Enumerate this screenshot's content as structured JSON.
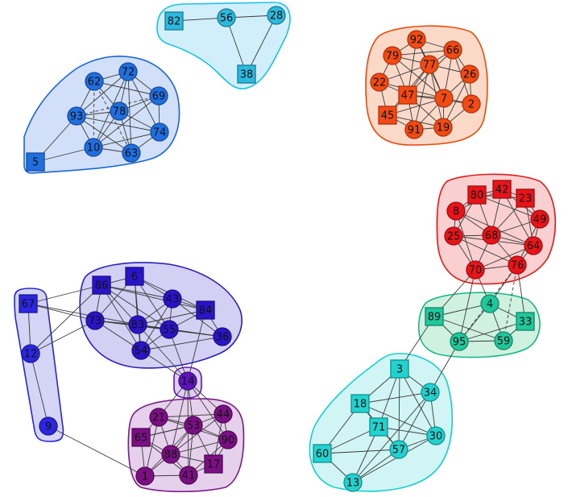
{
  "groups": [
    {
      "id": "g-topleft-blue",
      "fill": "#c9dbf7",
      "stroke": "#1a66d9",
      "node_fill": "#1f6fe0",
      "node_stroke": "#144a99"
    },
    {
      "id": "g-top-cyan",
      "fill": "#c8ecf9",
      "stroke": "#1cc3e8",
      "node_fill": "#2cb9dd",
      "node_stroke": "#147a94"
    },
    {
      "id": "g-orange",
      "fill": "#fad2c0",
      "stroke": "#e84d10",
      "node_fill": "#f24a12",
      "node_stroke": "#a8330c"
    },
    {
      "id": "g-red",
      "fill": "#f8c7c7",
      "stroke": "#e11919",
      "node_fill": "#e8141a",
      "node_stroke": "#9c0e12"
    },
    {
      "id": "g-teal",
      "fill": "#c5eedb",
      "stroke": "#18b787",
      "node_fill": "#1fc79a",
      "node_stroke": "#118467"
    },
    {
      "id": "g-cyan2",
      "fill": "#c8f3f2",
      "stroke": "#18d0d0",
      "node_fill": "#22d2cf",
      "node_stroke": "#128e8c"
    },
    {
      "id": "g-indigo",
      "fill": "#cbc8f1",
      "stroke": "#2d20b9",
      "node_fill": "#2a14c8",
      "node_stroke": "#1b0d82"
    },
    {
      "id": "g-blue-left",
      "fill": "#cccdf6",
      "stroke": "#2a26d0",
      "node_fill": "#2b26e0",
      "node_stroke": "#1a178f"
    },
    {
      "id": "g-violet",
      "fill": "#d7c7ef",
      "stroke": "#5f16b8",
      "node_fill": "#5d12bd",
      "node_stroke": "#3b0c78"
    },
    {
      "id": "g-purple",
      "fill": "#e0c9e8",
      "stroke": "#7c1a87",
      "node_fill": "#7d0f85",
      "node_stroke": "#4f0955"
    }
  ],
  "nodes": [
    {
      "id": "82",
      "label": "82",
      "group": "g-top-cyan",
      "shape": "square"
    },
    {
      "id": "56",
      "label": "56",
      "group": "g-top-cyan",
      "shape": "circle"
    },
    {
      "id": "28",
      "label": "28",
      "group": "g-top-cyan",
      "shape": "circle"
    },
    {
      "id": "38",
      "label": "38",
      "group": "g-top-cyan",
      "shape": "square"
    },
    {
      "id": "62",
      "label": "62",
      "group": "g-topleft-blue",
      "shape": "circle"
    },
    {
      "id": "72",
      "label": "72",
      "group": "g-topleft-blue",
      "shape": "circle"
    },
    {
      "id": "69",
      "label": "69",
      "group": "g-topleft-blue",
      "shape": "circle"
    },
    {
      "id": "93",
      "label": "93",
      "group": "g-topleft-blue",
      "shape": "circle"
    },
    {
      "id": "78",
      "label": "78",
      "group": "g-topleft-blue",
      "shape": "circle"
    },
    {
      "id": "74",
      "label": "74",
      "group": "g-topleft-blue",
      "shape": "circle"
    },
    {
      "id": "10",
      "label": "10",
      "group": "g-topleft-blue",
      "shape": "circle"
    },
    {
      "id": "63",
      "label": "63",
      "group": "g-topleft-blue",
      "shape": "circle"
    },
    {
      "id": "5",
      "label": "5",
      "group": "g-topleft-blue",
      "shape": "square"
    },
    {
      "id": "92",
      "label": "92",
      "group": "g-orange",
      "shape": "circle"
    },
    {
      "id": "79",
      "label": "79",
      "group": "g-orange",
      "shape": "circle"
    },
    {
      "id": "66",
      "label": "66",
      "group": "g-orange",
      "shape": "circle"
    },
    {
      "id": "77",
      "label": "77",
      "group": "g-orange",
      "shape": "circle"
    },
    {
      "id": "26",
      "label": "26",
      "group": "g-orange",
      "shape": "circle"
    },
    {
      "id": "22",
      "label": "22",
      "group": "g-orange",
      "shape": "circle"
    },
    {
      "id": "47",
      "label": "47",
      "group": "g-orange",
      "shape": "square"
    },
    {
      "id": "7",
      "label": "7",
      "group": "g-orange",
      "shape": "circle"
    },
    {
      "id": "2",
      "label": "2",
      "group": "g-orange",
      "shape": "circle"
    },
    {
      "id": "45",
      "label": "45",
      "group": "g-orange",
      "shape": "square"
    },
    {
      "id": "91",
      "label": "91",
      "group": "g-orange",
      "shape": "circle"
    },
    {
      "id": "19",
      "label": "19",
      "group": "g-orange",
      "shape": "circle"
    },
    {
      "id": "80",
      "label": "80",
      "group": "g-red",
      "shape": "square"
    },
    {
      "id": "42",
      "label": "42",
      "group": "g-red",
      "shape": "square"
    },
    {
      "id": "23",
      "label": "23",
      "group": "g-red",
      "shape": "square"
    },
    {
      "id": "8",
      "label": "8",
      "group": "g-red",
      "shape": "circle"
    },
    {
      "id": "49",
      "label": "49",
      "group": "g-red",
      "shape": "circle"
    },
    {
      "id": "25",
      "label": "25",
      "group": "g-red",
      "shape": "circle"
    },
    {
      "id": "68",
      "label": "68",
      "group": "g-red",
      "shape": "circle"
    },
    {
      "id": "64",
      "label": "64",
      "group": "g-red",
      "shape": "circle"
    },
    {
      "id": "70",
      "label": "70",
      "group": "g-red",
      "shape": "circle"
    },
    {
      "id": "76",
      "label": "76",
      "group": "g-red",
      "shape": "circle"
    },
    {
      "id": "89",
      "label": "89",
      "group": "g-teal",
      "shape": "square"
    },
    {
      "id": "4",
      "label": "4",
      "group": "g-teal",
      "shape": "circle"
    },
    {
      "id": "33",
      "label": "33",
      "group": "g-teal",
      "shape": "square"
    },
    {
      "id": "95",
      "label": "95",
      "group": "g-teal",
      "shape": "circle"
    },
    {
      "id": "59",
      "label": "59",
      "group": "g-teal",
      "shape": "circle"
    },
    {
      "id": "3",
      "label": "3",
      "group": "g-cyan2",
      "shape": "square"
    },
    {
      "id": "34",
      "label": "34",
      "group": "g-cyan2",
      "shape": "circle"
    },
    {
      "id": "18",
      "label": "18",
      "group": "g-cyan2",
      "shape": "square"
    },
    {
      "id": "71",
      "label": "71",
      "group": "g-cyan2",
      "shape": "square"
    },
    {
      "id": "30",
      "label": "30",
      "group": "g-cyan2",
      "shape": "circle"
    },
    {
      "id": "60",
      "label": "60",
      "group": "g-cyan2",
      "shape": "square"
    },
    {
      "id": "57",
      "label": "57",
      "group": "g-cyan2",
      "shape": "circle"
    },
    {
      "id": "13",
      "label": "13",
      "group": "g-cyan2",
      "shape": "circle"
    },
    {
      "id": "86",
      "label": "86",
      "group": "g-indigo",
      "shape": "square"
    },
    {
      "id": "6",
      "label": "6",
      "group": "g-indigo",
      "shape": "square"
    },
    {
      "id": "43",
      "label": "43",
      "group": "g-indigo",
      "shape": "circle"
    },
    {
      "id": "84",
      "label": "84",
      "group": "g-indigo",
      "shape": "square"
    },
    {
      "id": "73",
      "label": "73",
      "group": "g-indigo",
      "shape": "circle"
    },
    {
      "id": "83",
      "label": "83",
      "group": "g-indigo",
      "shape": "circle"
    },
    {
      "id": "55",
      "label": "55",
      "group": "g-indigo",
      "shape": "circle"
    },
    {
      "id": "36",
      "label": "36",
      "group": "g-indigo",
      "shape": "circle"
    },
    {
      "id": "54",
      "label": "54",
      "group": "g-indigo",
      "shape": "circle"
    },
    {
      "id": "67",
      "label": "67",
      "group": "g-blue-left",
      "shape": "square"
    },
    {
      "id": "12",
      "label": "12",
      "group": "g-blue-left",
      "shape": "circle"
    },
    {
      "id": "9",
      "label": "9",
      "group": "g-blue-left",
      "shape": "circle"
    },
    {
      "id": "14",
      "label": "14",
      "group": "g-violet",
      "shape": "circle"
    },
    {
      "id": "21",
      "label": "21",
      "group": "g-purple",
      "shape": "circle"
    },
    {
      "id": "53",
      "label": "53",
      "group": "g-purple",
      "shape": "circle"
    },
    {
      "id": "44",
      "label": "44",
      "group": "g-purple",
      "shape": "circle"
    },
    {
      "id": "65",
      "label": "65",
      "group": "g-purple",
      "shape": "square"
    },
    {
      "id": "90",
      "label": "90",
      "group": "g-purple",
      "shape": "circle"
    },
    {
      "id": "88",
      "label": "88",
      "group": "g-purple",
      "shape": "circle"
    },
    {
      "id": "17",
      "label": "17",
      "group": "g-purple",
      "shape": "square"
    },
    {
      "id": "1",
      "label": "1",
      "group": "g-purple",
      "shape": "circle"
    },
    {
      "id": "41",
      "label": "41",
      "group": "g-purple",
      "shape": "circle"
    }
  ],
  "edges": [
    [
      "82",
      "56"
    ],
    [
      "56",
      "28"
    ],
    [
      "56",
      "38"
    ],
    [
      "28",
      "38"
    ],
    [
      "62",
      "72"
    ],
    [
      "62",
      "93"
    ],
    [
      "62",
      "78"
    ],
    [
      "62",
      "10",
      "dashed"
    ],
    [
      "62",
      "63",
      "dashed"
    ],
    [
      "62",
      "69"
    ],
    [
      "72",
      "69"
    ],
    [
      "72",
      "93"
    ],
    [
      "72",
      "78"
    ],
    [
      "72",
      "74"
    ],
    [
      "72",
      "10"
    ],
    [
      "72",
      "63"
    ],
    [
      "69",
      "78"
    ],
    [
      "69",
      "74"
    ],
    [
      "69",
      "10"
    ],
    [
      "69",
      "93",
      "dashed"
    ],
    [
      "93",
      "78"
    ],
    [
      "93",
      "10"
    ],
    [
      "93",
      "63"
    ],
    [
      "93",
      "5"
    ],
    [
      "93",
      "74"
    ],
    [
      "78",
      "74"
    ],
    [
      "78",
      "10"
    ],
    [
      "78",
      "63"
    ],
    [
      "74",
      "63"
    ],
    [
      "74",
      "10"
    ],
    [
      "10",
      "63"
    ],
    [
      "10",
      "5"
    ],
    [
      "92",
      "79"
    ],
    [
      "92",
      "66"
    ],
    [
      "92",
      "77"
    ],
    [
      "92",
      "47"
    ],
    [
      "92",
      "7"
    ],
    [
      "79",
      "66"
    ],
    [
      "79",
      "77"
    ],
    [
      "79",
      "22"
    ],
    [
      "79",
      "47"
    ],
    [
      "79",
      "7"
    ],
    [
      "66",
      "77"
    ],
    [
      "66",
      "26"
    ],
    [
      "66",
      "47"
    ],
    [
      "66",
      "7"
    ],
    [
      "66",
      "2"
    ],
    [
      "77",
      "26"
    ],
    [
      "77",
      "22"
    ],
    [
      "77",
      "47"
    ],
    [
      "77",
      "7"
    ],
    [
      "77",
      "45"
    ],
    [
      "77",
      "91"
    ],
    [
      "77",
      "19"
    ],
    [
      "26",
      "7"
    ],
    [
      "26",
      "2"
    ],
    [
      "26",
      "19"
    ],
    [
      "22",
      "47"
    ],
    [
      "22",
      "45"
    ],
    [
      "22",
      "7"
    ],
    [
      "47",
      "7"
    ],
    [
      "47",
      "45"
    ],
    [
      "47",
      "91"
    ],
    [
      "47",
      "19"
    ],
    [
      "47",
      "2"
    ],
    [
      "7",
      "2"
    ],
    [
      "7",
      "91"
    ],
    [
      "7",
      "19"
    ],
    [
      "7",
      "45"
    ],
    [
      "2",
      "19"
    ],
    [
      "45",
      "91"
    ],
    [
      "91",
      "19"
    ],
    [
      "45",
      "19"
    ],
    [
      "80",
      "42"
    ],
    [
      "80",
      "23"
    ],
    [
      "80",
      "8"
    ],
    [
      "80",
      "68"
    ],
    [
      "80",
      "25"
    ],
    [
      "80",
      "49"
    ],
    [
      "42",
      "23"
    ],
    [
      "42",
      "8"
    ],
    [
      "42",
      "68"
    ],
    [
      "42",
      "49"
    ],
    [
      "42",
      "64"
    ],
    [
      "23",
      "49"
    ],
    [
      "23",
      "68"
    ],
    [
      "23",
      "64"
    ],
    [
      "8",
      "25"
    ],
    [
      "8",
      "68"
    ],
    [
      "8",
      "70"
    ],
    [
      "8",
      "64"
    ],
    [
      "49",
      "68"
    ],
    [
      "49",
      "64"
    ],
    [
      "49",
      "76"
    ],
    [
      "25",
      "68"
    ],
    [
      "25",
      "70"
    ],
    [
      "25",
      "76"
    ],
    [
      "25",
      "64"
    ],
    [
      "68",
      "64"
    ],
    [
      "68",
      "70"
    ],
    [
      "68",
      "76"
    ],
    [
      "64",
      "76"
    ],
    [
      "64",
      "70"
    ],
    [
      "70",
      "76"
    ],
    [
      "70",
      "89"
    ],
    [
      "70",
      "4"
    ],
    [
      "70",
      "95"
    ],
    [
      "76",
      "4"
    ],
    [
      "76",
      "33"
    ],
    [
      "76",
      "59",
      "dashed"
    ],
    [
      "76",
      "95",
      "dashed"
    ],
    [
      "89",
      "4"
    ],
    [
      "89",
      "95"
    ],
    [
      "89",
      "59"
    ],
    [
      "4",
      "33"
    ],
    [
      "4",
      "95"
    ],
    [
      "4",
      "59"
    ],
    [
      "33",
      "59"
    ],
    [
      "33",
      "95"
    ],
    [
      "95",
      "59"
    ],
    [
      "89",
      "3"
    ],
    [
      "95",
      "34"
    ],
    [
      "3",
      "34"
    ],
    [
      "3",
      "18"
    ],
    [
      "3",
      "71"
    ],
    [
      "3",
      "57"
    ],
    [
      "3",
      "30"
    ],
    [
      "34",
      "18"
    ],
    [
      "34",
      "57"
    ],
    [
      "34",
      "30"
    ],
    [
      "34",
      "13"
    ],
    [
      "18",
      "71"
    ],
    [
      "18",
      "60"
    ],
    [
      "18",
      "57"
    ],
    [
      "18",
      "30"
    ],
    [
      "71",
      "57"
    ],
    [
      "71",
      "60"
    ],
    [
      "71",
      "13"
    ],
    [
      "71",
      "30"
    ],
    [
      "30",
      "57"
    ],
    [
      "60",
      "57"
    ],
    [
      "60",
      "13"
    ],
    [
      "57",
      "13"
    ],
    [
      "13",
      "30"
    ],
    [
      "86",
      "6"
    ],
    [
      "86",
      "73"
    ],
    [
      "86",
      "83"
    ],
    [
      "86",
      "43"
    ],
    [
      "86",
      "54"
    ],
    [
      "86",
      "55"
    ],
    [
      "86",
      "84"
    ],
    [
      "6",
      "43"
    ],
    [
      "6",
      "73"
    ],
    [
      "6",
      "83"
    ],
    [
      "6",
      "55"
    ],
    [
      "6",
      "84"
    ],
    [
      "6",
      "54"
    ],
    [
      "43",
      "84"
    ],
    [
      "43",
      "83"
    ],
    [
      "43",
      "55"
    ],
    [
      "43",
      "36"
    ],
    [
      "43",
      "54"
    ],
    [
      "84",
      "55"
    ],
    [
      "84",
      "36"
    ],
    [
      "84",
      "83"
    ],
    [
      "84",
      "14"
    ],
    [
      "73",
      "83"
    ],
    [
      "73",
      "54"
    ],
    [
      "73",
      "55"
    ],
    [
      "73",
      "36"
    ],
    [
      "83",
      "55"
    ],
    [
      "83",
      "54"
    ],
    [
      "83",
      "36"
    ],
    [
      "55",
      "36"
    ],
    [
      "55",
      "54"
    ],
    [
      "55",
      "14"
    ],
    [
      "36",
      "54"
    ],
    [
      "54",
      "14"
    ],
    [
      "83",
      "14"
    ],
    [
      "67",
      "12"
    ],
    [
      "67",
      "86"
    ],
    [
      "67",
      "73"
    ],
    [
      "67",
      "83"
    ],
    [
      "12",
      "9"
    ],
    [
      "12",
      "73"
    ],
    [
      "12",
      "86"
    ],
    [
      "9",
      "1"
    ],
    [
      "14",
      "21"
    ],
    [
      "14",
      "53"
    ],
    [
      "14",
      "44"
    ],
    [
      "14",
      "88"
    ],
    [
      "14",
      "90"
    ],
    [
      "14",
      "41"
    ],
    [
      "21",
      "53"
    ],
    [
      "21",
      "65"
    ],
    [
      "21",
      "88"
    ],
    [
      "21",
      "90"
    ],
    [
      "21",
      "44"
    ],
    [
      "21",
      "1"
    ],
    [
      "53",
      "44"
    ],
    [
      "53",
      "90"
    ],
    [
      "53",
      "88"
    ],
    [
      "53",
      "17"
    ],
    [
      "53",
      "41"
    ],
    [
      "53",
      "65"
    ],
    [
      "44",
      "90"
    ],
    [
      "44",
      "88"
    ],
    [
      "44",
      "17"
    ],
    [
      "65",
      "88"
    ],
    [
      "65",
      "1"
    ],
    [
      "65",
      "41"
    ],
    [
      "65",
      "53"
    ],
    [
      "90",
      "88"
    ],
    [
      "90",
      "17"
    ],
    [
      "90",
      "41"
    ],
    [
      "88",
      "1"
    ],
    [
      "88",
      "41"
    ],
    [
      "88",
      "17"
    ],
    [
      "17",
      "41"
    ],
    [
      "1",
      "41"
    ],
    [
      "1",
      "53"
    ]
  ]
}
